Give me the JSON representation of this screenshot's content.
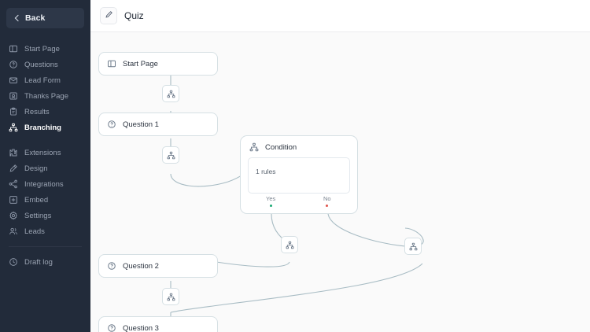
{
  "sidebar": {
    "back": {
      "label": "Back",
      "icon": "chevron-left-icon"
    },
    "items": [
      {
        "label": "Start Page",
        "icon": "start-page-icon",
        "active": false
      },
      {
        "label": "Questions",
        "icon": "question-icon",
        "active": false
      },
      {
        "label": "Lead Form",
        "icon": "mail-icon",
        "active": false
      },
      {
        "label": "Thanks Page",
        "icon": "thanks-page-icon",
        "active": false
      },
      {
        "label": "Results",
        "icon": "clipboard-icon",
        "active": false
      },
      {
        "label": "Branching",
        "icon": "branching-icon",
        "active": true
      }
    ],
    "items2": [
      {
        "label": "Extensions",
        "icon": "extensions-icon",
        "active": false
      },
      {
        "label": "Design",
        "icon": "design-icon",
        "active": false
      },
      {
        "label": "Integrations",
        "icon": "integrations-icon",
        "active": false
      },
      {
        "label": "Embed",
        "icon": "embed-icon",
        "active": false
      },
      {
        "label": "Settings",
        "icon": "gear-icon",
        "active": false
      },
      {
        "label": "Leads",
        "icon": "leads-icon",
        "active": false
      }
    ],
    "items3": [
      {
        "label": "Draft log",
        "icon": "clock-icon",
        "active": false
      }
    ]
  },
  "header": {
    "edit_icon": "pencil-icon",
    "title": "Quiz"
  },
  "canvas": {
    "nodes": [
      {
        "id": "start",
        "label": "Start Page",
        "icon": "start-page-icon"
      },
      {
        "id": "q1",
        "label": "Question 1",
        "icon": "question-icon"
      },
      {
        "id": "q2",
        "label": "Question 2",
        "icon": "question-icon"
      },
      {
        "id": "q3",
        "label": "Question 3",
        "icon": "question-icon"
      }
    ],
    "branch_buttons": [
      {
        "id": "b1",
        "icon": "branching-icon"
      },
      {
        "id": "b2",
        "icon": "branching-icon"
      },
      {
        "id": "b3",
        "icon": "branching-icon"
      },
      {
        "id": "b4",
        "icon": "branching-icon"
      },
      {
        "id": "b5",
        "icon": "branching-icon"
      }
    ],
    "condition": {
      "icon": "branching-icon",
      "title": "Condition",
      "rules_text": "1 rules",
      "yes_label": "Yes",
      "no_label": "No",
      "yes_color": "#19a974",
      "no_color": "#e0534a"
    }
  },
  "colors": {
    "sidebar_bg": "#222b3a",
    "canvas_bg": "#fafafa",
    "node_border": "#d6e0e4",
    "edge": "#a8bcc4"
  }
}
